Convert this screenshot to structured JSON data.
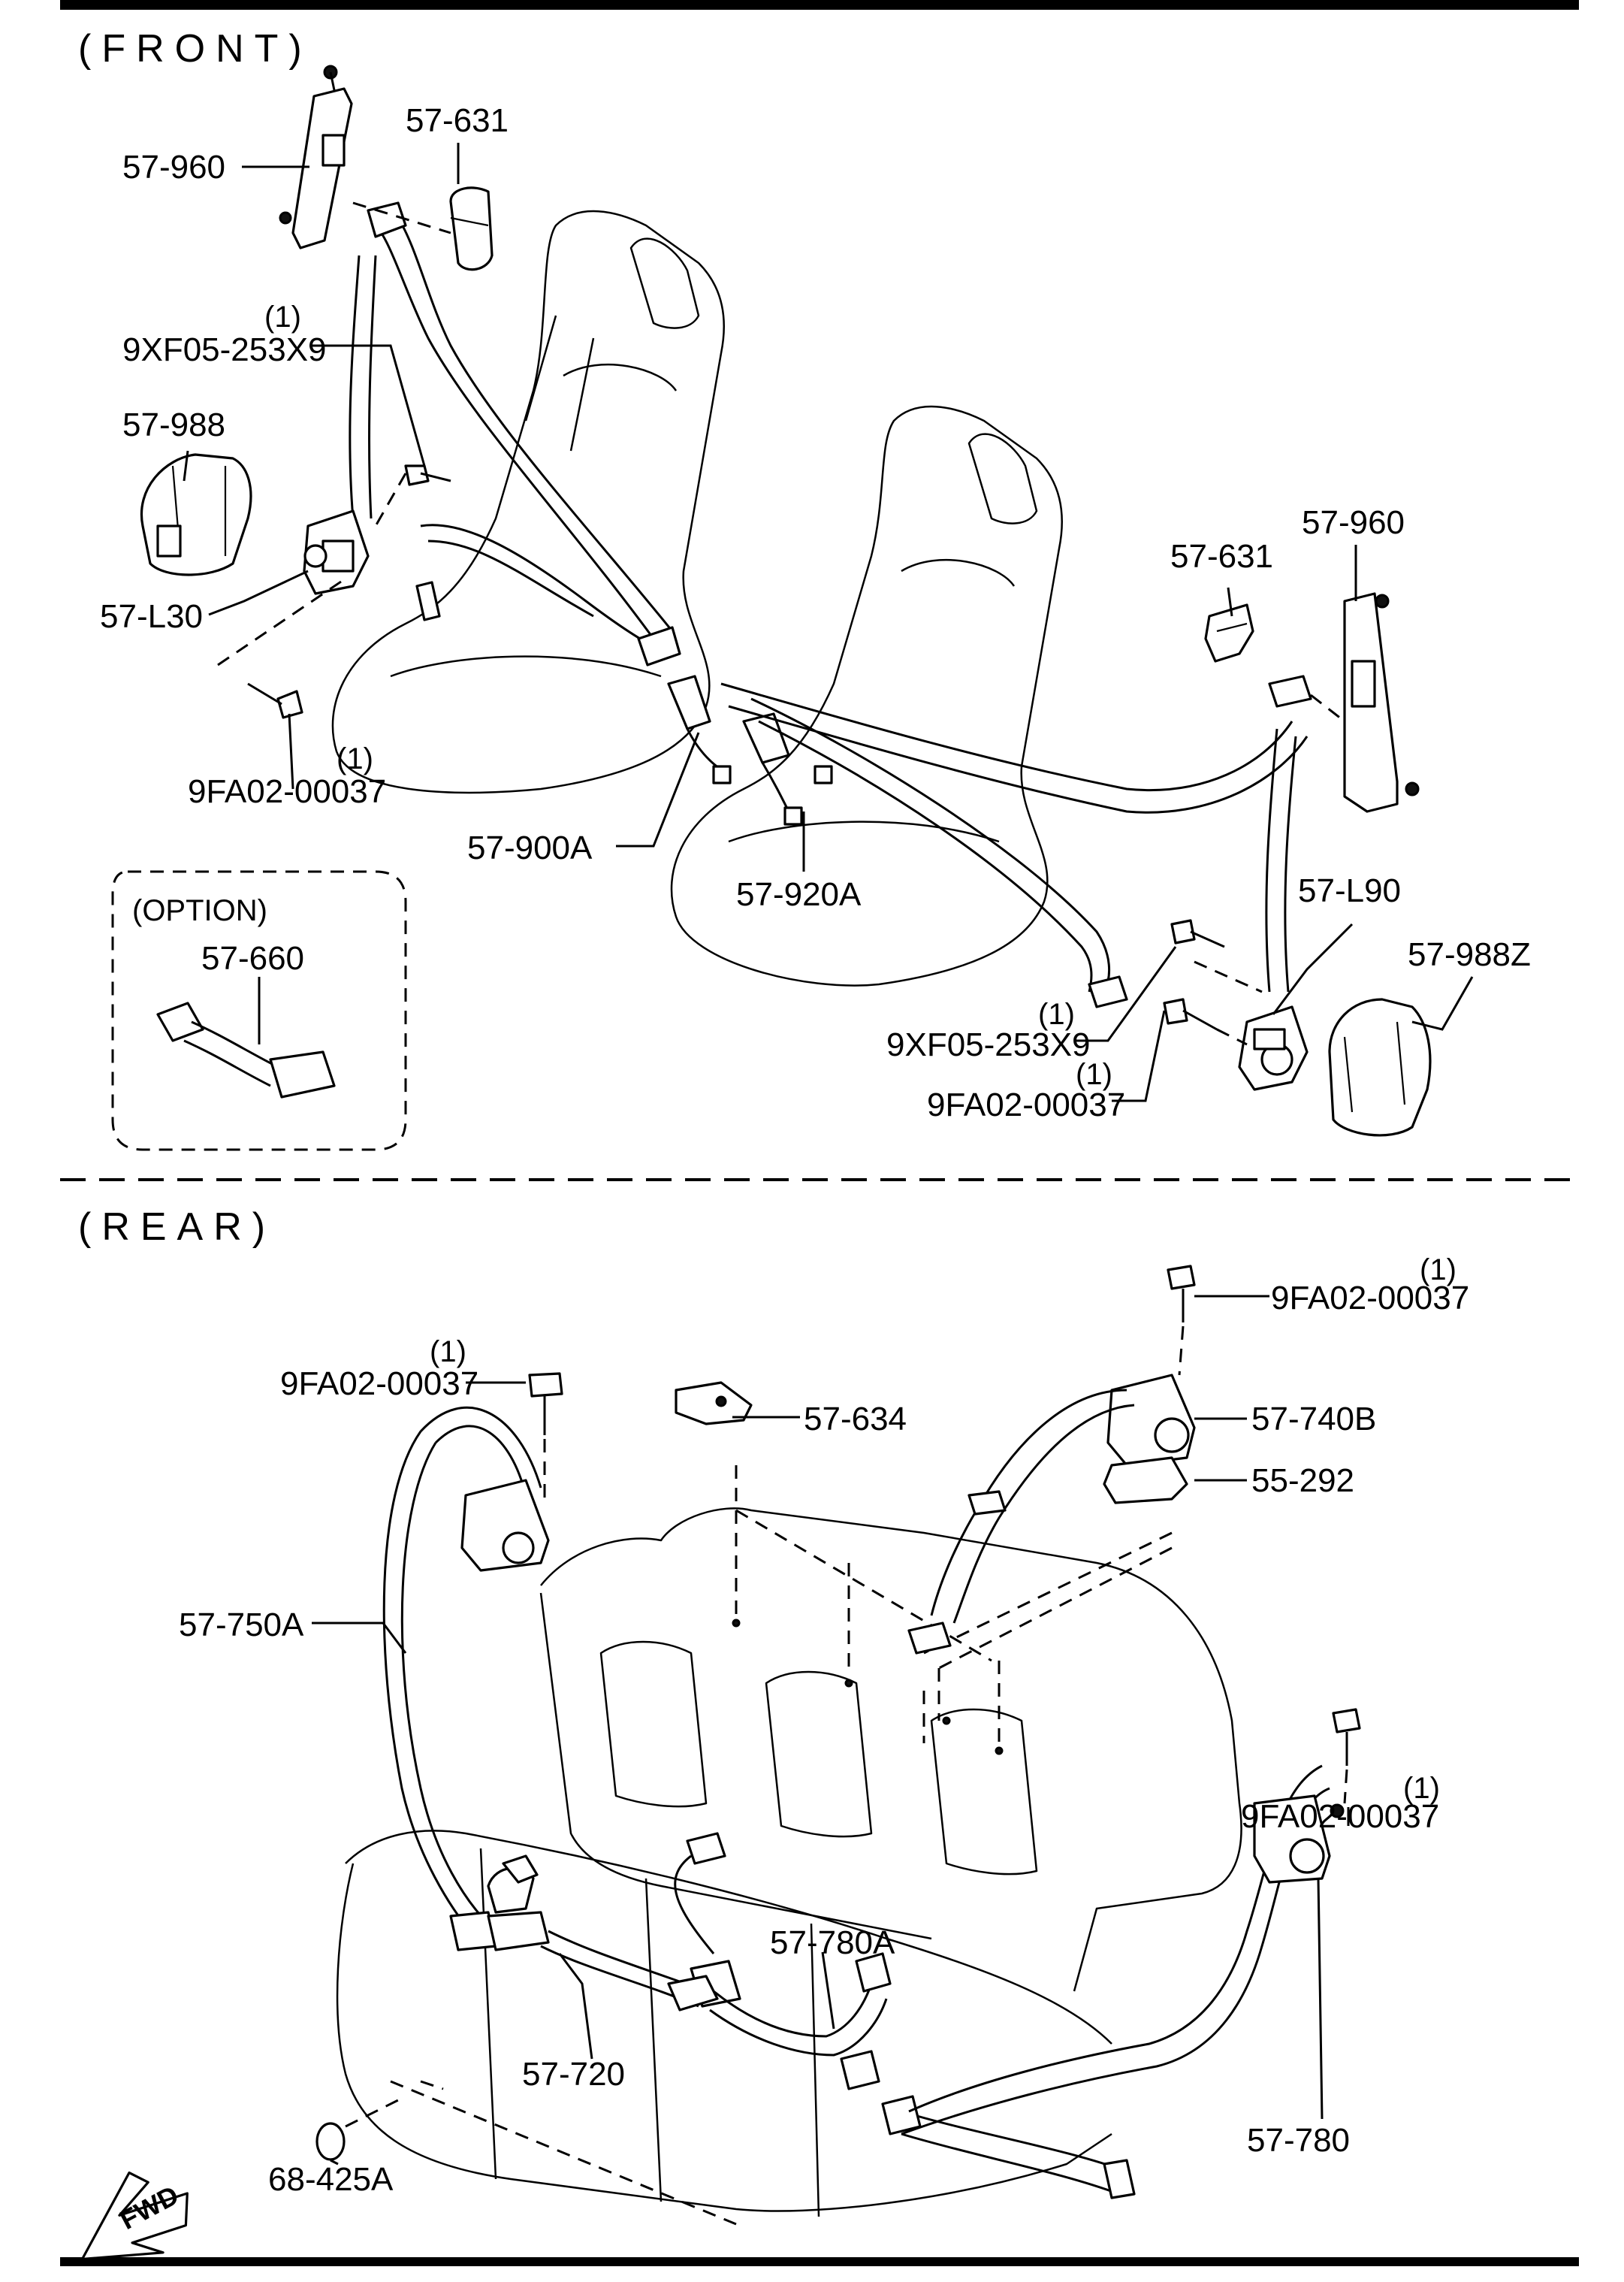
{
  "sections": {
    "front": "(FRONT)",
    "rear": "(REAR)",
    "option": "(OPTION)"
  },
  "front_callouts": [
    {
      "id": "57-960",
      "qty": ""
    },
    {
      "id": "57-631",
      "qty": ""
    },
    {
      "id": "9XF05-253X9",
      "qty": "(1)"
    },
    {
      "id": "57-988",
      "qty": ""
    },
    {
      "id": "57-L30",
      "qty": ""
    },
    {
      "id": "9FA02-00037",
      "qty": "(1)"
    },
    {
      "id": "57-900A",
      "qty": ""
    },
    {
      "id": "57-920A",
      "qty": ""
    },
    {
      "id": "57-660",
      "qty": ""
    },
    {
      "id": "57-960",
      "qty": ""
    },
    {
      "id": "57-631",
      "qty": ""
    },
    {
      "id": "57-L90",
      "qty": ""
    },
    {
      "id": "57-988Z",
      "qty": ""
    },
    {
      "id": "9XF05-253X9",
      "qty": "(1)"
    },
    {
      "id": "9FA02-00037",
      "qty": "(1)"
    }
  ],
  "rear_callouts": [
    {
      "id": "9FA02-00037",
      "qty": "(1)"
    },
    {
      "id": "57-740B",
      "qty": ""
    },
    {
      "id": "55-292",
      "qty": ""
    },
    {
      "id": "9FA02-00037",
      "qty": "(1)"
    },
    {
      "id": "57-634",
      "qty": ""
    },
    {
      "id": "57-750A",
      "qty": ""
    },
    {
      "id": "9FA02-00037",
      "qty": "(1)"
    },
    {
      "id": "57-780A",
      "qty": ""
    },
    {
      "id": "57-720",
      "qty": ""
    },
    {
      "id": "57-780",
      "qty": ""
    },
    {
      "id": "68-425A",
      "qty": ""
    }
  ],
  "fwd_label": "FWD"
}
